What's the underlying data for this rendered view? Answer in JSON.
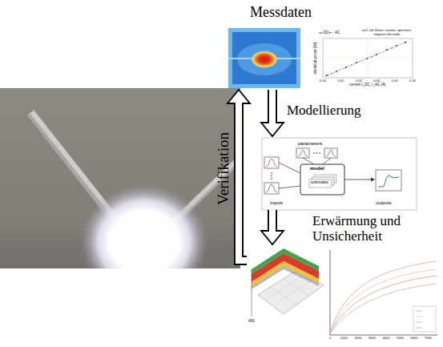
{
  "diagram": {
    "nodes": [
      {
        "text": [
          "Messdaten",
          "DC+",
          "AC",
          "n=5; l=6.35mm; ceramic specimen; tungsten electrode",
          "electrical power (W)",
          "0.00",
          "0.01",
          "0.02",
          "0.03",
          "0.04",
          "0.05",
          "current I_DC, I_AC (A)"
        ]
      },
      {
        "text": [
          "parameters",
          "model",
          "submodels",
          "inputs",
          "outputs"
        ]
      },
      {
        "text": [
          "400",
          "0",
          "1000",
          "2000",
          "3000",
          "4000",
          "5000",
          "6000",
          "7000"
        ]
      }
    ],
    "edges": [
      {
        "from": 0,
        "to": 1,
        "arrow": "to",
        "label": "Modellierung"
      },
      {
        "from": 1,
        "to": 2,
        "arrow": "to",
        "label": "Erwärmung und Unsicherheit"
      },
      {
        "from": 2,
        "to": 0,
        "arrow": "to",
        "label": "Verifikation"
      }
    ]
  }
}
